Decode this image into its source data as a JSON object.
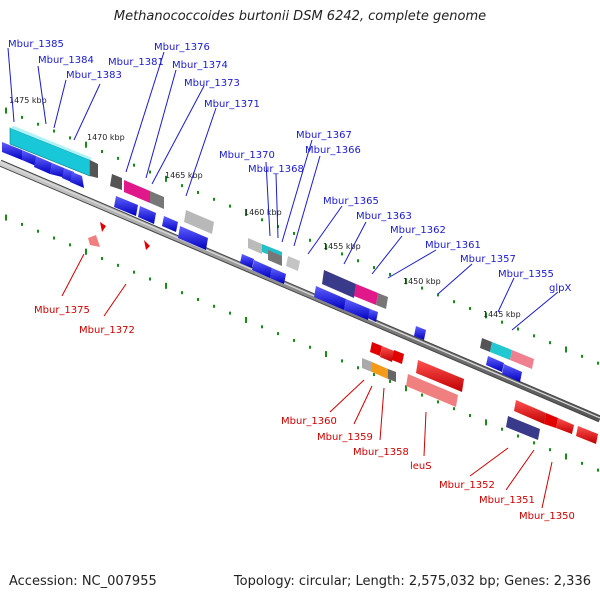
{
  "title": "Methanococcoides burtonii DSM 6242, complete genome",
  "footer": {
    "accession": "Accession: NC_007955",
    "summary": "Topology: circular; Length: 2,575,032 bp; Genes: 2,336"
  },
  "colors": {
    "forward_gene": "#1010e0",
    "reverse_gene": "#e00000",
    "top_label": "#1a1ad0",
    "bottom_label": "#d00000",
    "backbone": "#7a7a7a",
    "tick": "#1a8a1a"
  },
  "kbp_labels": [
    "1475 kbp",
    "1470 kbp",
    "1465 kbp",
    "1460 kbp",
    "1455 kbp",
    "1450 kbp",
    "1445 kbp"
  ],
  "top_labels": [
    "Mbur_1385",
    "Mbur_1384",
    "Mbur_1383",
    "Mbur_1381",
    "Mbur_1376",
    "Mbur_1374",
    "Mbur_1373",
    "Mbur_1371",
    "Mbur_1370",
    "Mbur_1368",
    "Mbur_1367",
    "Mbur_1366",
    "Mbur_1365",
    "Mbur_1363",
    "Mbur_1362",
    "Mbur_1361",
    "Mbur_1357",
    "Mbur_1355",
    "glpX"
  ],
  "bottom_labels": [
    "Mbur_1375",
    "Mbur_1372",
    "Mbur_1360",
    "Mbur_1359",
    "Mbur_1358",
    "leuS",
    "Mbur_1352",
    "Mbur_1351",
    "Mbur_1350"
  ]
}
